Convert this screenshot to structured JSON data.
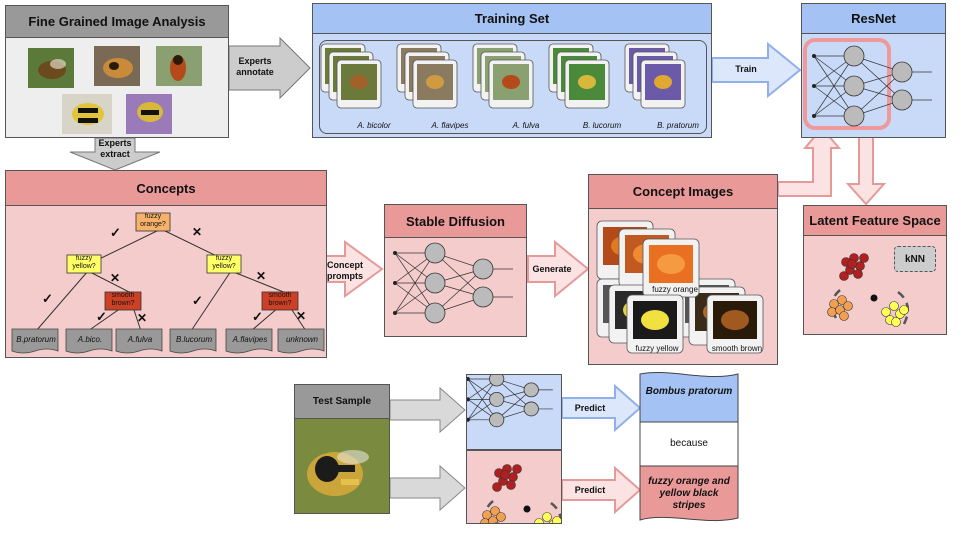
{
  "fine_grained": {
    "title": "Fine Grained Image Analysis"
  },
  "training_set": {
    "title": "Training Set",
    "species": [
      "A. bicolor",
      "A. flavipes",
      "A. fulva",
      "B. lucorum",
      "B. pratorum"
    ]
  },
  "resnet": {
    "title": "ResNet"
  },
  "concepts": {
    "title": "Concepts",
    "decisions": {
      "fuzzy_orange": "fuzzy orange?",
      "fuzzy_yellow": "fuzzy yellow?",
      "smooth_brown": "smooth brown?"
    },
    "leaves": [
      "B.pratorum",
      "A.bico.",
      "A.fulva",
      "B.lucorum",
      "A.flavipes",
      "unknown"
    ],
    "yes_mark": "✓",
    "no_mark": "✕"
  },
  "stable_diffusion": {
    "title": "Stable Diffusion"
  },
  "concept_images": {
    "title": "Concept Images",
    "labels": [
      "fuzzy orange",
      "fuzzy yellow",
      "smooth brown"
    ]
  },
  "latent": {
    "title": "Latent Feature Space",
    "knn_label": "kNN"
  },
  "test_sample": {
    "title": "Test Sample"
  },
  "arrows": {
    "experts_annotate": "Experts annotate",
    "experts_extract": "Experts extract",
    "train": "Train",
    "concept_prompts": "Concept prompts",
    "generate": "Generate",
    "predict_top": "Predict",
    "predict_bottom": "Predict"
  },
  "prediction": {
    "species": "Bombus pratorum",
    "because": "because",
    "reason": "fuzzy orange and yellow black stripes"
  },
  "colors": {
    "gray_header": "#999999",
    "gray_body": "#eeeeee",
    "blue_header": "#a4c2f4",
    "blue_body": "#c9daf8",
    "red_header": "#ea9999",
    "red_body": "#f4cccc",
    "orange_node": "#f6b26b",
    "yellow_node": "#ffff66",
    "brown_node": "#cc4125",
    "leaf": "#999999"
  }
}
